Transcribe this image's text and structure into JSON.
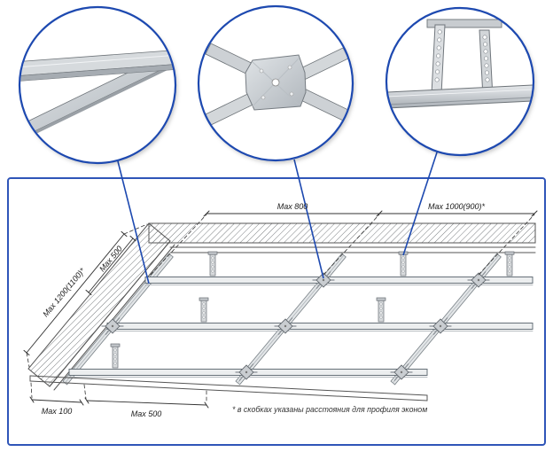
{
  "colors": {
    "accent_blue": "#1d49b0",
    "panel_border": "#2f55b8",
    "metal_light": "#e8eaec",
    "metal_mid": "#b6bac0",
    "line_dark": "#444444"
  },
  "callouts": {
    "left": {
      "icon": "profile-crossing-detail-icon"
    },
    "middle": {
      "icon": "cross-connector-detail-icon"
    },
    "right": {
      "icon": "direct-hanger-detail-icon"
    }
  },
  "dimensions": {
    "top_left": "Max 800",
    "top_right": "Max 1000(900)*",
    "left_outer": "Max 1200(1100)*",
    "left_inner": "Max 500",
    "bottom_first": "Max 100",
    "bottom_second": "Max 500"
  },
  "footnote": "* в скобках указаны расстояния для профиля эконом"
}
